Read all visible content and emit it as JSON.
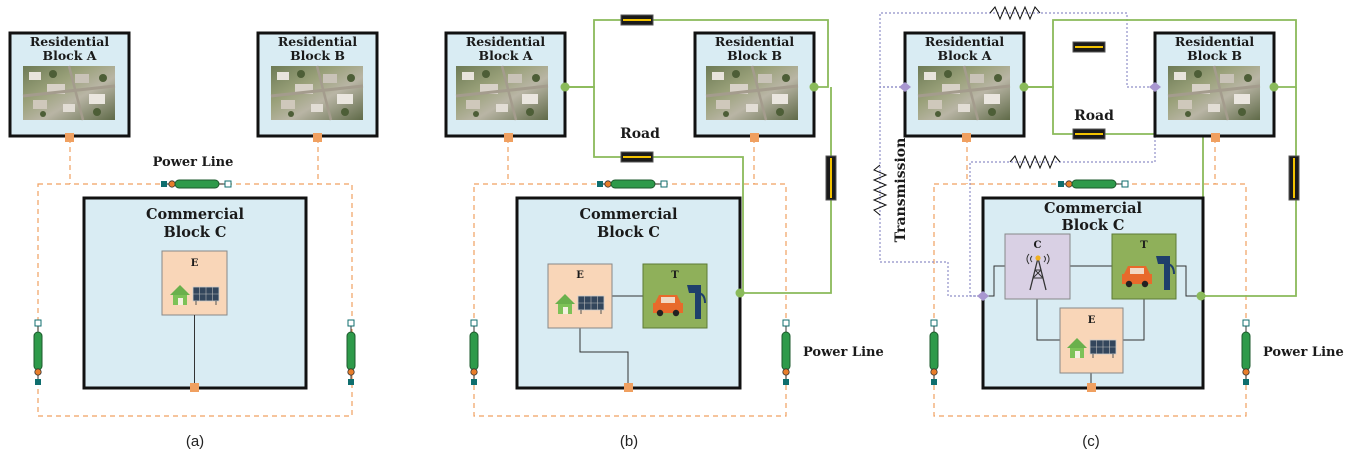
{
  "panels": [
    {
      "caption": "(a)",
      "block_a": [
        "Residential",
        "Block A"
      ],
      "block_b": [
        "Residential",
        "Block B"
      ],
      "commercial": [
        "Commercial",
        "Block C"
      ],
      "energy_label": "E",
      "power_line_label": "Power Line"
    },
    {
      "caption": "(b)",
      "block_a": [
        "Residential",
        "Block A"
      ],
      "block_b": [
        "Residential",
        "Block B"
      ],
      "commercial": [
        "Commercial",
        "Block C"
      ],
      "energy_label": "E",
      "transport_label": "T",
      "road_label": "Road",
      "power_line_label": "Power Line"
    },
    {
      "caption": "(c)",
      "block_a": [
        "Residential",
        "Block A"
      ],
      "block_b": [
        "Residential",
        "Block B"
      ],
      "commercial": [
        "Commercial",
        "Block C"
      ],
      "energy_label": "E",
      "transport_label": "T",
      "comm_label": "C",
      "road_label": "Road",
      "power_line_label": "Power Line",
      "transmission_label": "Transmission"
    }
  ],
  "colors": {
    "block_fill": "#d9ecf3",
    "block_border": "#111111",
    "energy_fill": "#f9d6b8",
    "transport_fill": "#8fb05a",
    "comm_fill": "#d9d0e4",
    "power_dashed": "#f0a060",
    "road_line": "#8aba5a",
    "transmission_line": "#8f8fc8"
  }
}
